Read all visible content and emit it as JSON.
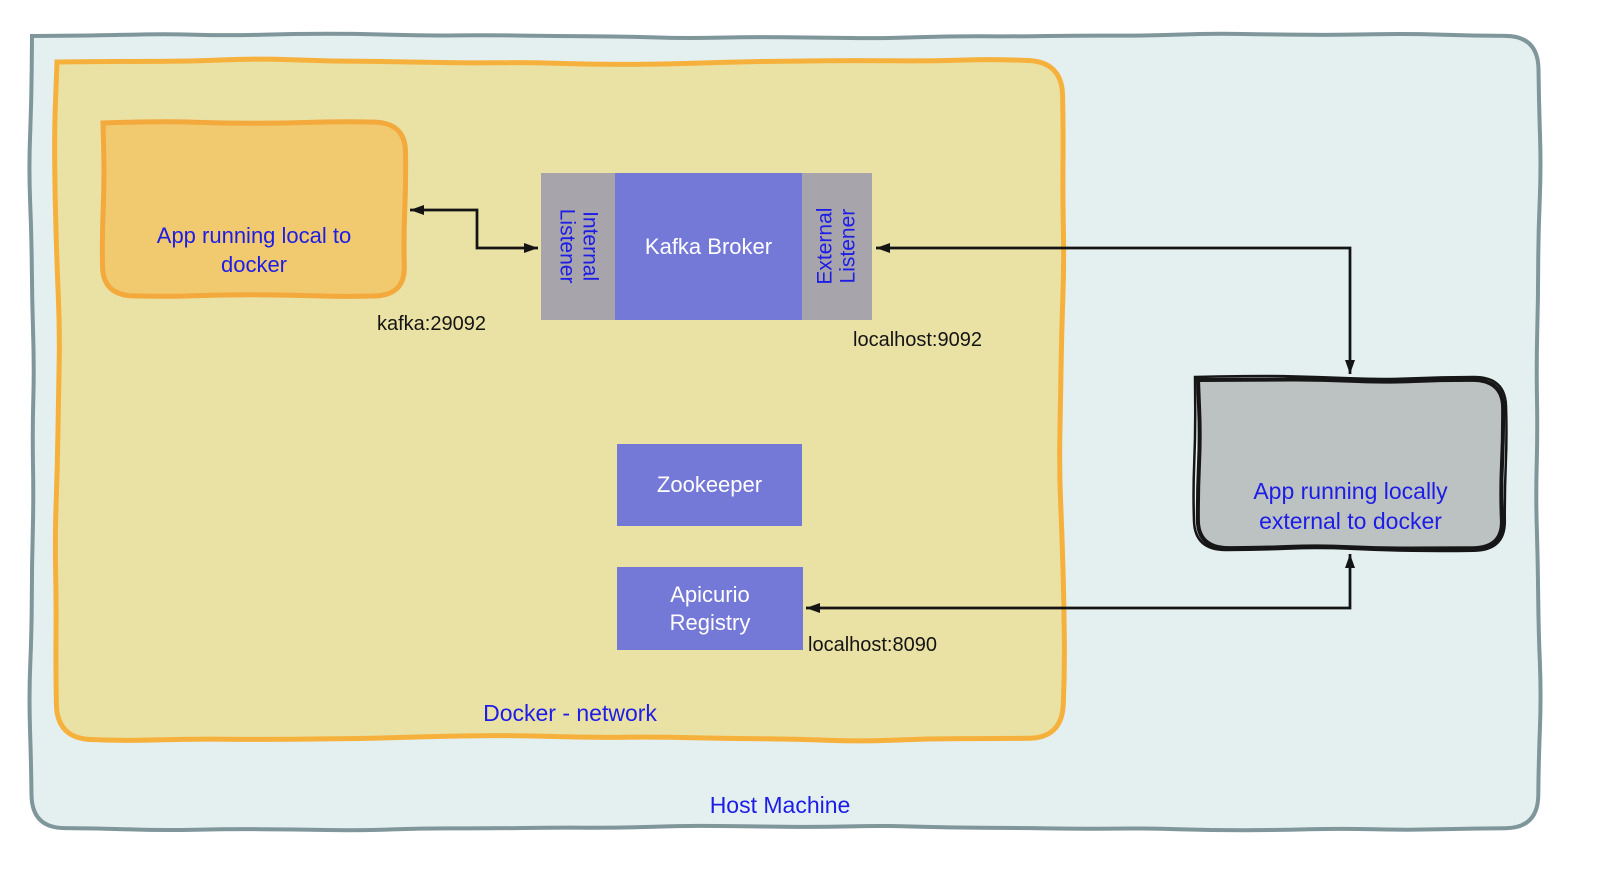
{
  "diagram": {
    "host": {
      "label": "Host Machine"
    },
    "docker": {
      "label": "Docker - network"
    },
    "nodes": {
      "app_local": {
        "lines": [
          "App running local to",
          "docker"
        ]
      },
      "kafka": {
        "label": "Kafka Broker",
        "internal_listener": {
          "lines": [
            "Internal",
            "Listener"
          ]
        },
        "external_listener": {
          "lines": [
            "External",
            "Listener"
          ]
        }
      },
      "zookeeper": {
        "label": "Zookeeper"
      },
      "apicurio": {
        "lines": [
          "Apicurio",
          "Registry"
        ]
      },
      "app_external": {
        "lines": [
          "App running locally",
          "external to docker"
        ]
      }
    },
    "annotations": {
      "kafka_internal_port": "kafka:29092",
      "kafka_external_port": "localhost:9092",
      "apicurio_port": "localhost:8090"
    },
    "colors": {
      "host_fill": "#e4f0ef",
      "host_border": "#7f969b",
      "docker_fill": "#eae1a4",
      "docker_border": "#f6b13c",
      "app_local_fill": "#f1c96f",
      "app_local_border": "#f3a93c",
      "broker_fill": "#7478d6",
      "listener_fill": "#a8a4ab",
      "app_external_fill": "#bcc1c1",
      "app_external_border": "#161616",
      "blue_text": "#1d1de6",
      "black_text": "#141414",
      "arrow": "#141414"
    }
  }
}
